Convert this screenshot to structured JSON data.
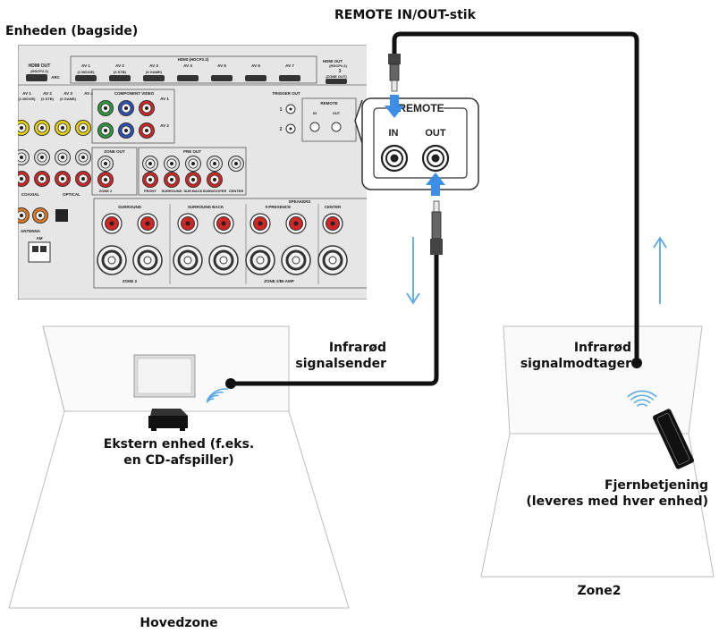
{
  "labels": {
    "connector_title": "REMOTE IN/OUT-stik",
    "unit_title": "Enheden (bagside)",
    "ir_sender_line1": "Infrarød",
    "ir_sender_line2": "signalsender",
    "ir_receiver_line1": "Infrarød",
    "ir_receiver_line2": "signalmodtager",
    "external_device_line1": "Ekstern enhed (f.eks.",
    "external_device_line2": "en CD-afspiller)",
    "remote_line1": "Fjernbetjening",
    "remote_line2": "(leveres med hver enhed)",
    "zone_main": "Hovedzone",
    "zone2": "Zone2"
  },
  "callout": {
    "title": "REMOTE",
    "in_label": "IN",
    "out_label": "OUT"
  },
  "panel": {
    "hdmi_in_title": "HDMI (HDCP2.2)",
    "hdmi_out_main": "HDMI OUT",
    "hdmi_out_main_sub": "(HDCP2.2)",
    "hdmi_out_arc": "ARC",
    "hdmi_out_zone": "HDMI OUT",
    "hdmi_out_zone_sub": "(HDCP2.2)",
    "hdmi_out_zone_num": "3",
    "hdmi_out_zone_name": "(ZONE OUT)",
    "hdmi_inputs": [
      "AV 1",
      "AV 2",
      "AV 3",
      "AV 4",
      "AV 5",
      "AV 6",
      "AV 7"
    ],
    "hdmi_input_subs": [
      "(1 MOVIE)",
      "(6 STB)",
      "(6 GAME)",
      "",
      "",
      "",
      ""
    ],
    "av_labels": [
      "AV 1",
      "AV 2",
      "AV 3",
      "AV 4"
    ],
    "av_subs": [
      "(1 MOVIE)",
      "(6 STB)",
      "(6 GAME)"
    ],
    "component_video": "COMPONENT VIDEO",
    "zone_out": "ZONE OUT",
    "zone2_small": "ZONE 2",
    "pre_out": "PRE OUT",
    "pre_out_labels": [
      "FRONT",
      "SURROUND",
      "SUR.BACK",
      "SUBWOOFER",
      "CENTER"
    ],
    "trigger_out": "TRIGGER OUT",
    "trigger_nums": [
      "1",
      "2"
    ],
    "remote_small": "REMOTE",
    "remote_in": "IN",
    "remote_out": "OUT",
    "speakers": "SPEAKERS",
    "speaker_groups": [
      "SURROUND",
      "SURROUND BACK",
      "F.PRESENCE",
      "CENTER"
    ],
    "zone2_bottom": "ZONE 2",
    "zone2_bi_amp": "ZONE 2/BI-AMP",
    "optical": "OPTICAL",
    "coaxial": "COAXIAL",
    "antenna": "ANTENNA",
    "am": "AM"
  },
  "colors": {
    "arrow_blue": "#3d8ee6",
    "arrow_thin": "#5aa7ea",
    "cable": "#111111",
    "panel_fill": "#e6e6e6",
    "jack_yellow": "#e8d400",
    "jack_red": "#d22626",
    "jack_green": "#2a9a3a",
    "jack_blue": "#2d4fb8",
    "jack_orange": "#e57b22",
    "room_line": "#bdbdbd"
  }
}
